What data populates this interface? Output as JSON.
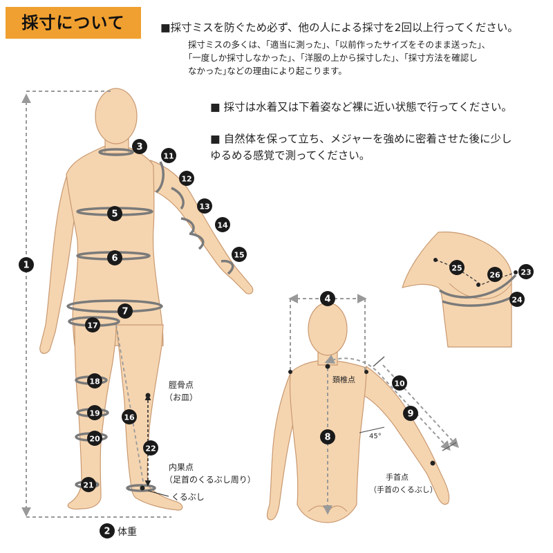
{
  "header": {
    "title": "採寸について"
  },
  "notes": {
    "main": "■採寸ミスを防ぐため必ず、他の人による採寸を2回以上行ってください。",
    "sub": [
      "採寸ミスの多くは、｢適当に測った｣、｢以前作ったサイズをそのまま送った｣、",
      "｢一度しか採寸しなかった｣、｢洋服の上から採寸した｣、｢採寸方法を確認し",
      "なかった｣などの理由により起こります。"
    ],
    "second": "■ 採寸は水着又は下着姿など裸に近い状態で行ってください。",
    "third": [
      "■ 自然体を保って立ち、メジャーを強めに密着させた後に少し",
      "ゆるめる感覚で測ってください。"
    ]
  },
  "labels": {
    "patella": "脛骨点",
    "patella_sub": "（お皿）",
    "malleolus": "内果点",
    "malleolus_sub": "（足首のくるぶし周り）",
    "ankle_bone": "くるぶし",
    "cervical": "頚椎点",
    "wrist_point": "手首点",
    "wrist_sub": "（手首のくるぶし）",
    "angle": "45°",
    "weight": "体重"
  },
  "markers": [
    "1",
    "2",
    "3",
    "4",
    "5",
    "6",
    "7",
    "8",
    "9",
    "10",
    "11",
    "12",
    "13",
    "14",
    "15",
    "16",
    "17",
    "18",
    "19",
    "20",
    "21",
    "22",
    "23",
    "24",
    "25",
    "26"
  ],
  "colors": {
    "accent": "#f0a030",
    "skin": "#f5d5b0",
    "skin_edge": "#c89870",
    "tape": "#7a7a7a",
    "dash": "#999999",
    "marker": "#1a1a1a"
  }
}
